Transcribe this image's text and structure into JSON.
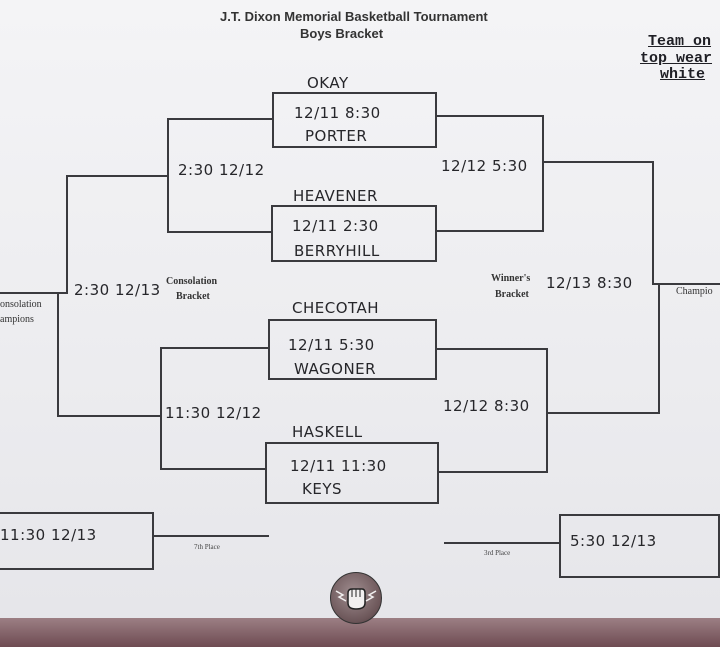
{
  "header": {
    "title": "J.T. Dixon Memorial Basketball Tournament",
    "subtitle": "Boys Bracket"
  },
  "note": {
    "line1": "Team on",
    "line2": "top wear",
    "line3": "white"
  },
  "games": [
    {
      "top": "OKAY",
      "time": "12/11   8:30",
      "bottom": "PORTER"
    },
    {
      "top": "HEAVENER",
      "time": "12/11   2:30",
      "bottom": "BERRYHILL"
    },
    {
      "top": "CHECOTAH",
      "time": "12/11   5:30",
      "bottom": "WAGONER"
    },
    {
      "top": "HASKELL",
      "time": "12/11   11:30",
      "bottom": "KEYS"
    }
  ],
  "bracket_times": {
    "left_upper": "2:30  12/12",
    "left_lower": "11:30  12/12",
    "right_upper": "12/12   5:30",
    "right_lower": "12/12  8:30",
    "consolation_final": "2:30  12/13",
    "winners_final": "12/13   8:30",
    "seventh_place": "11:30    12/13",
    "third_place": "5:30    12/13"
  },
  "labels": {
    "consolation_bracket_1": "Consolation",
    "consolation_bracket_2": "Bracket",
    "winners_bracket_1": "Winner's",
    "winners_bracket_2": "Bracket",
    "consolation_champ_1": "onsolation",
    "consolation_champ_2": "ampions",
    "champions": "Champio",
    "seventh_place": "7th Place",
    "third_place": "3rd Place"
  },
  "logo_icon": "basketball-fist-logo-icon"
}
